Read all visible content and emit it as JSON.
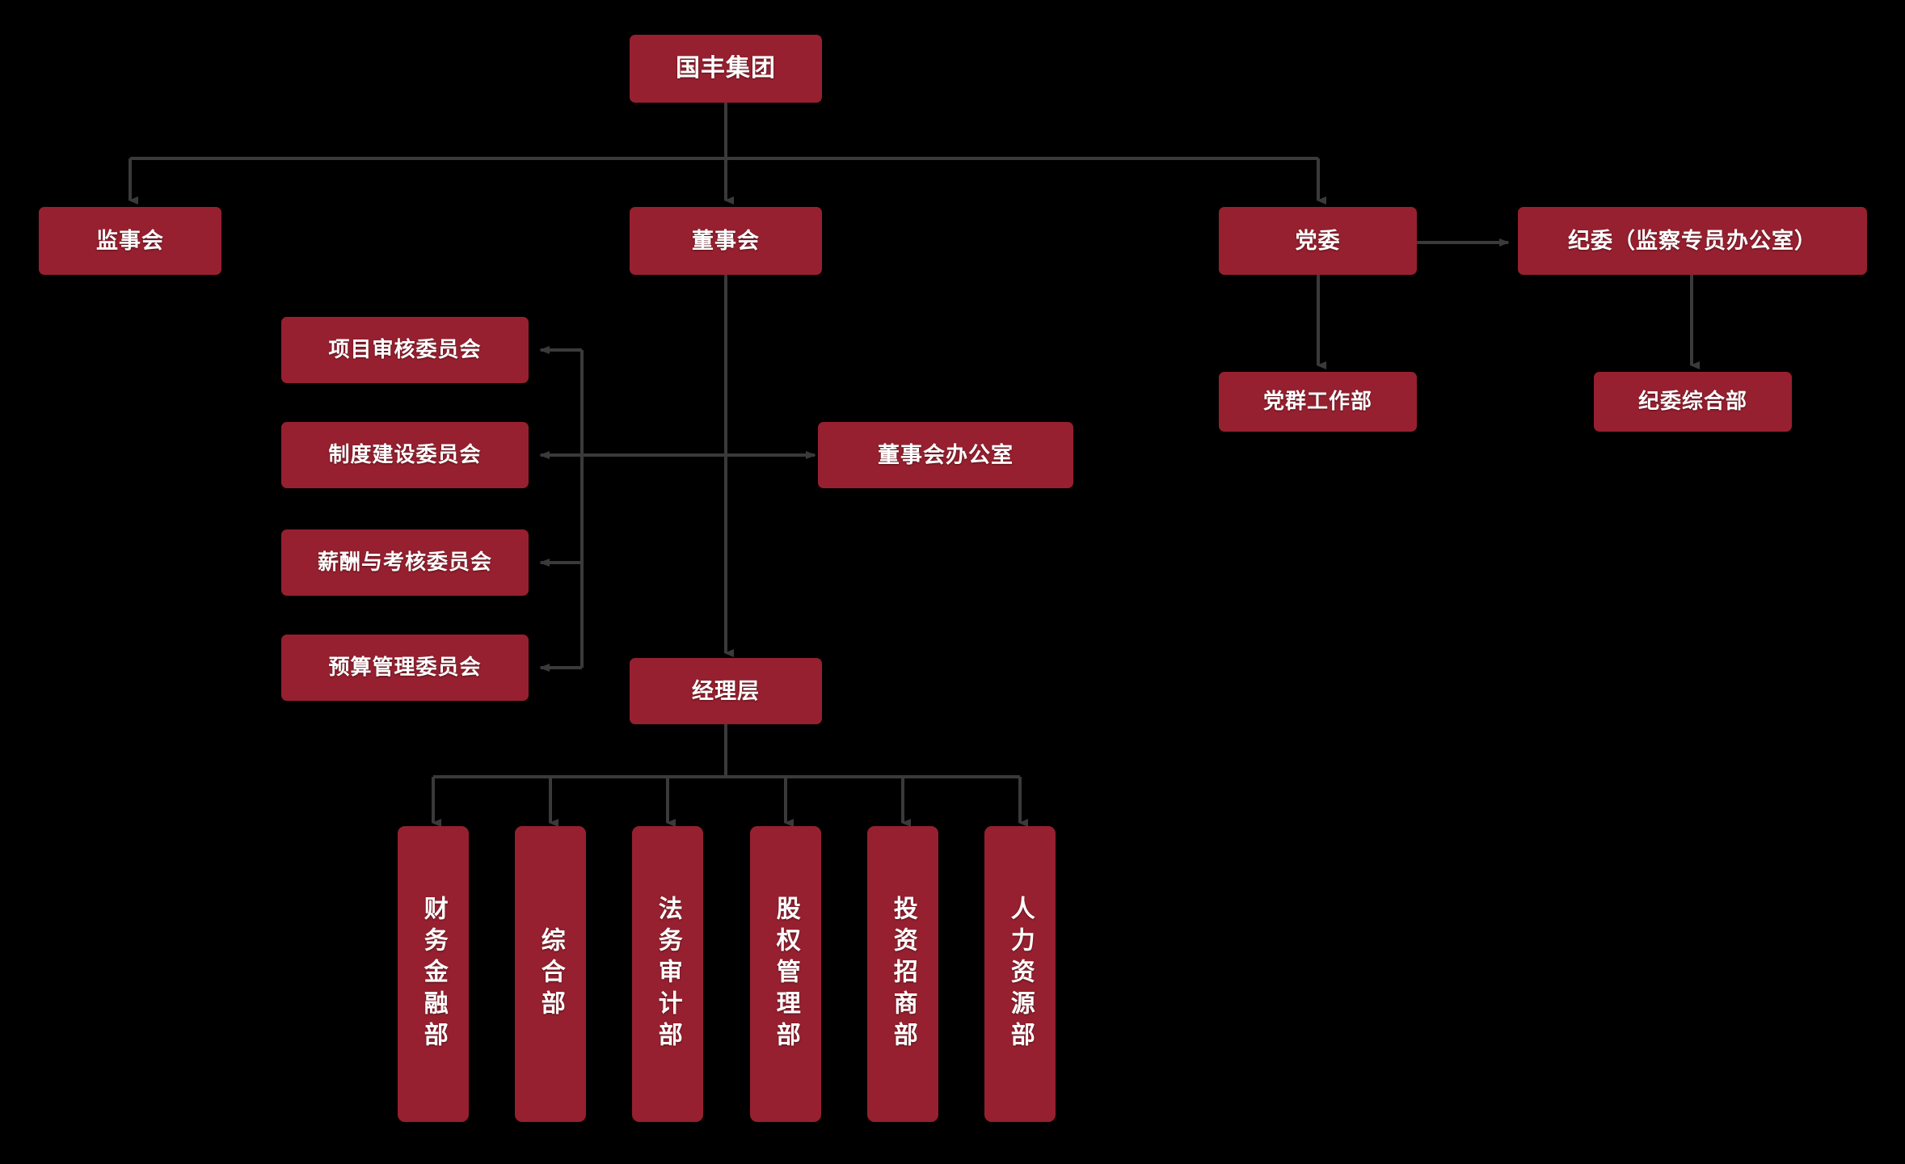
{
  "diagram": {
    "title_node": "国丰集团",
    "type": "org-chart",
    "background_color": "#000000",
    "node_color": "#96202F",
    "node_text_color": "#FFFFFF",
    "connector_color": "#3A3A3A"
  },
  "nodes": {
    "root": {
      "label": "国丰集团"
    },
    "supervisory_board": {
      "label": "监事会"
    },
    "board_of_directors": {
      "label": "董事会"
    },
    "party_committee": {
      "label": "党委"
    },
    "discipline_commission": {
      "label": "纪委（监察专员办公室）"
    },
    "party_mass_work_dept": {
      "label": "党群工作部"
    },
    "discipline_general_dept": {
      "label": "纪委综合部"
    },
    "board_office": {
      "label": "董事会办公室"
    },
    "management_level": {
      "label": "经理层"
    }
  },
  "committees": [
    {
      "label": "项目审核委员会"
    },
    {
      "label": "制度建设委员会"
    },
    {
      "label": "薪酬与考核委员会"
    },
    {
      "label": "预算管理委员会"
    }
  ],
  "departments": [
    {
      "label": "财务金融部"
    },
    {
      "label": "综合部"
    },
    {
      "label": "法务审计部"
    },
    {
      "label": "股权管理部"
    },
    {
      "label": "投资招商部"
    },
    {
      "label": "人力资源部"
    }
  ]
}
